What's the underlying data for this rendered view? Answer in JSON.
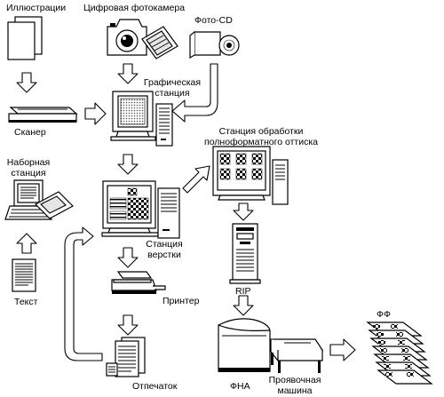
{
  "labels": {
    "illustrations": "Иллюстрации",
    "digital_camera": "Цифровая фотокамера",
    "photo_cd": "Фото-CD",
    "graphics_station": [
      "Графическая",
      "станция"
    ],
    "scanner": "Сканер",
    "typesetting_station": [
      "Наборная",
      "станция"
    ],
    "proof_station": [
      "Станция обработки",
      "полноформатного оттиска"
    ],
    "layout_station": [
      "Станция",
      "верстки"
    ],
    "printer": "Принтер",
    "text": "Текст",
    "rip": "RIP",
    "printout": "Отпечаток",
    "fna": "ФНА",
    "processor": [
      "Проявочная",
      "машина"
    ],
    "ff": "ФФ"
  }
}
